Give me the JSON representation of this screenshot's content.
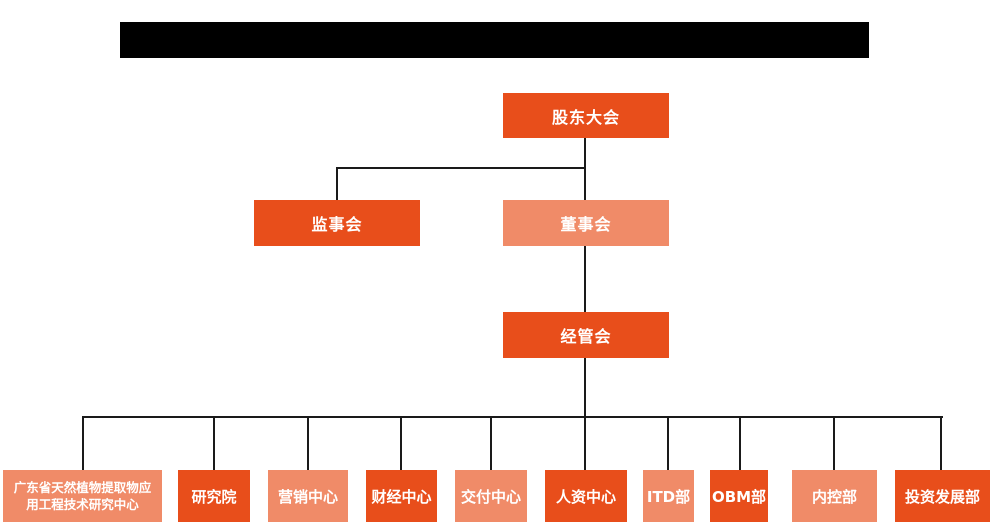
{
  "palette": {
    "primary_orange": "#E84E1B",
    "secondary_salmon": "#F08B68",
    "connector_line": "#1A1A1A",
    "title_bar": "#000000",
    "background": "#FFFFFF",
    "node_text": "#FFFFFF"
  },
  "title_bar": {
    "description": "redacted-black-rectangle",
    "text": ""
  },
  "diagram": {
    "type": "org-chart",
    "nodes": {
      "shareholders_meeting": {
        "label": "股东大会"
      },
      "supervisory_board": {
        "label": "监事会"
      },
      "board_of_directors": {
        "label": "董事会"
      },
      "management_committee": {
        "label": "经管会"
      },
      "research_center": {
        "lines": [
          "广东省天然植物提取物应",
          "用工程技术研究中心"
        ],
        "label": "广东省天然植物提取物应用工程技术研究中心"
      },
      "research_institute": {
        "label": "研究院"
      },
      "marketing_center": {
        "label": "营销中心"
      },
      "finance_center": {
        "label": "财经中心"
      },
      "delivery_center": {
        "label": "交付中心"
      },
      "hr_center": {
        "label": "人资中心"
      },
      "itd_dept": {
        "label": "ITD部"
      },
      "obm_dept": {
        "label": "OBM部"
      },
      "internal_control_dept": {
        "label": "内控部"
      },
      "investment_dev_dept": {
        "label": "投资发展部"
      }
    },
    "hierarchy": {
      "root": "shareholders_meeting",
      "level2": [
        "supervisory_board",
        "board_of_directors"
      ],
      "level3": [
        "management_committee"
      ],
      "level4": [
        "research_center",
        "research_institute",
        "marketing_center",
        "finance_center",
        "delivery_center",
        "hr_center",
        "itd_dept",
        "obm_dept",
        "internal_control_dept",
        "investment_dev_dept"
      ]
    }
  }
}
